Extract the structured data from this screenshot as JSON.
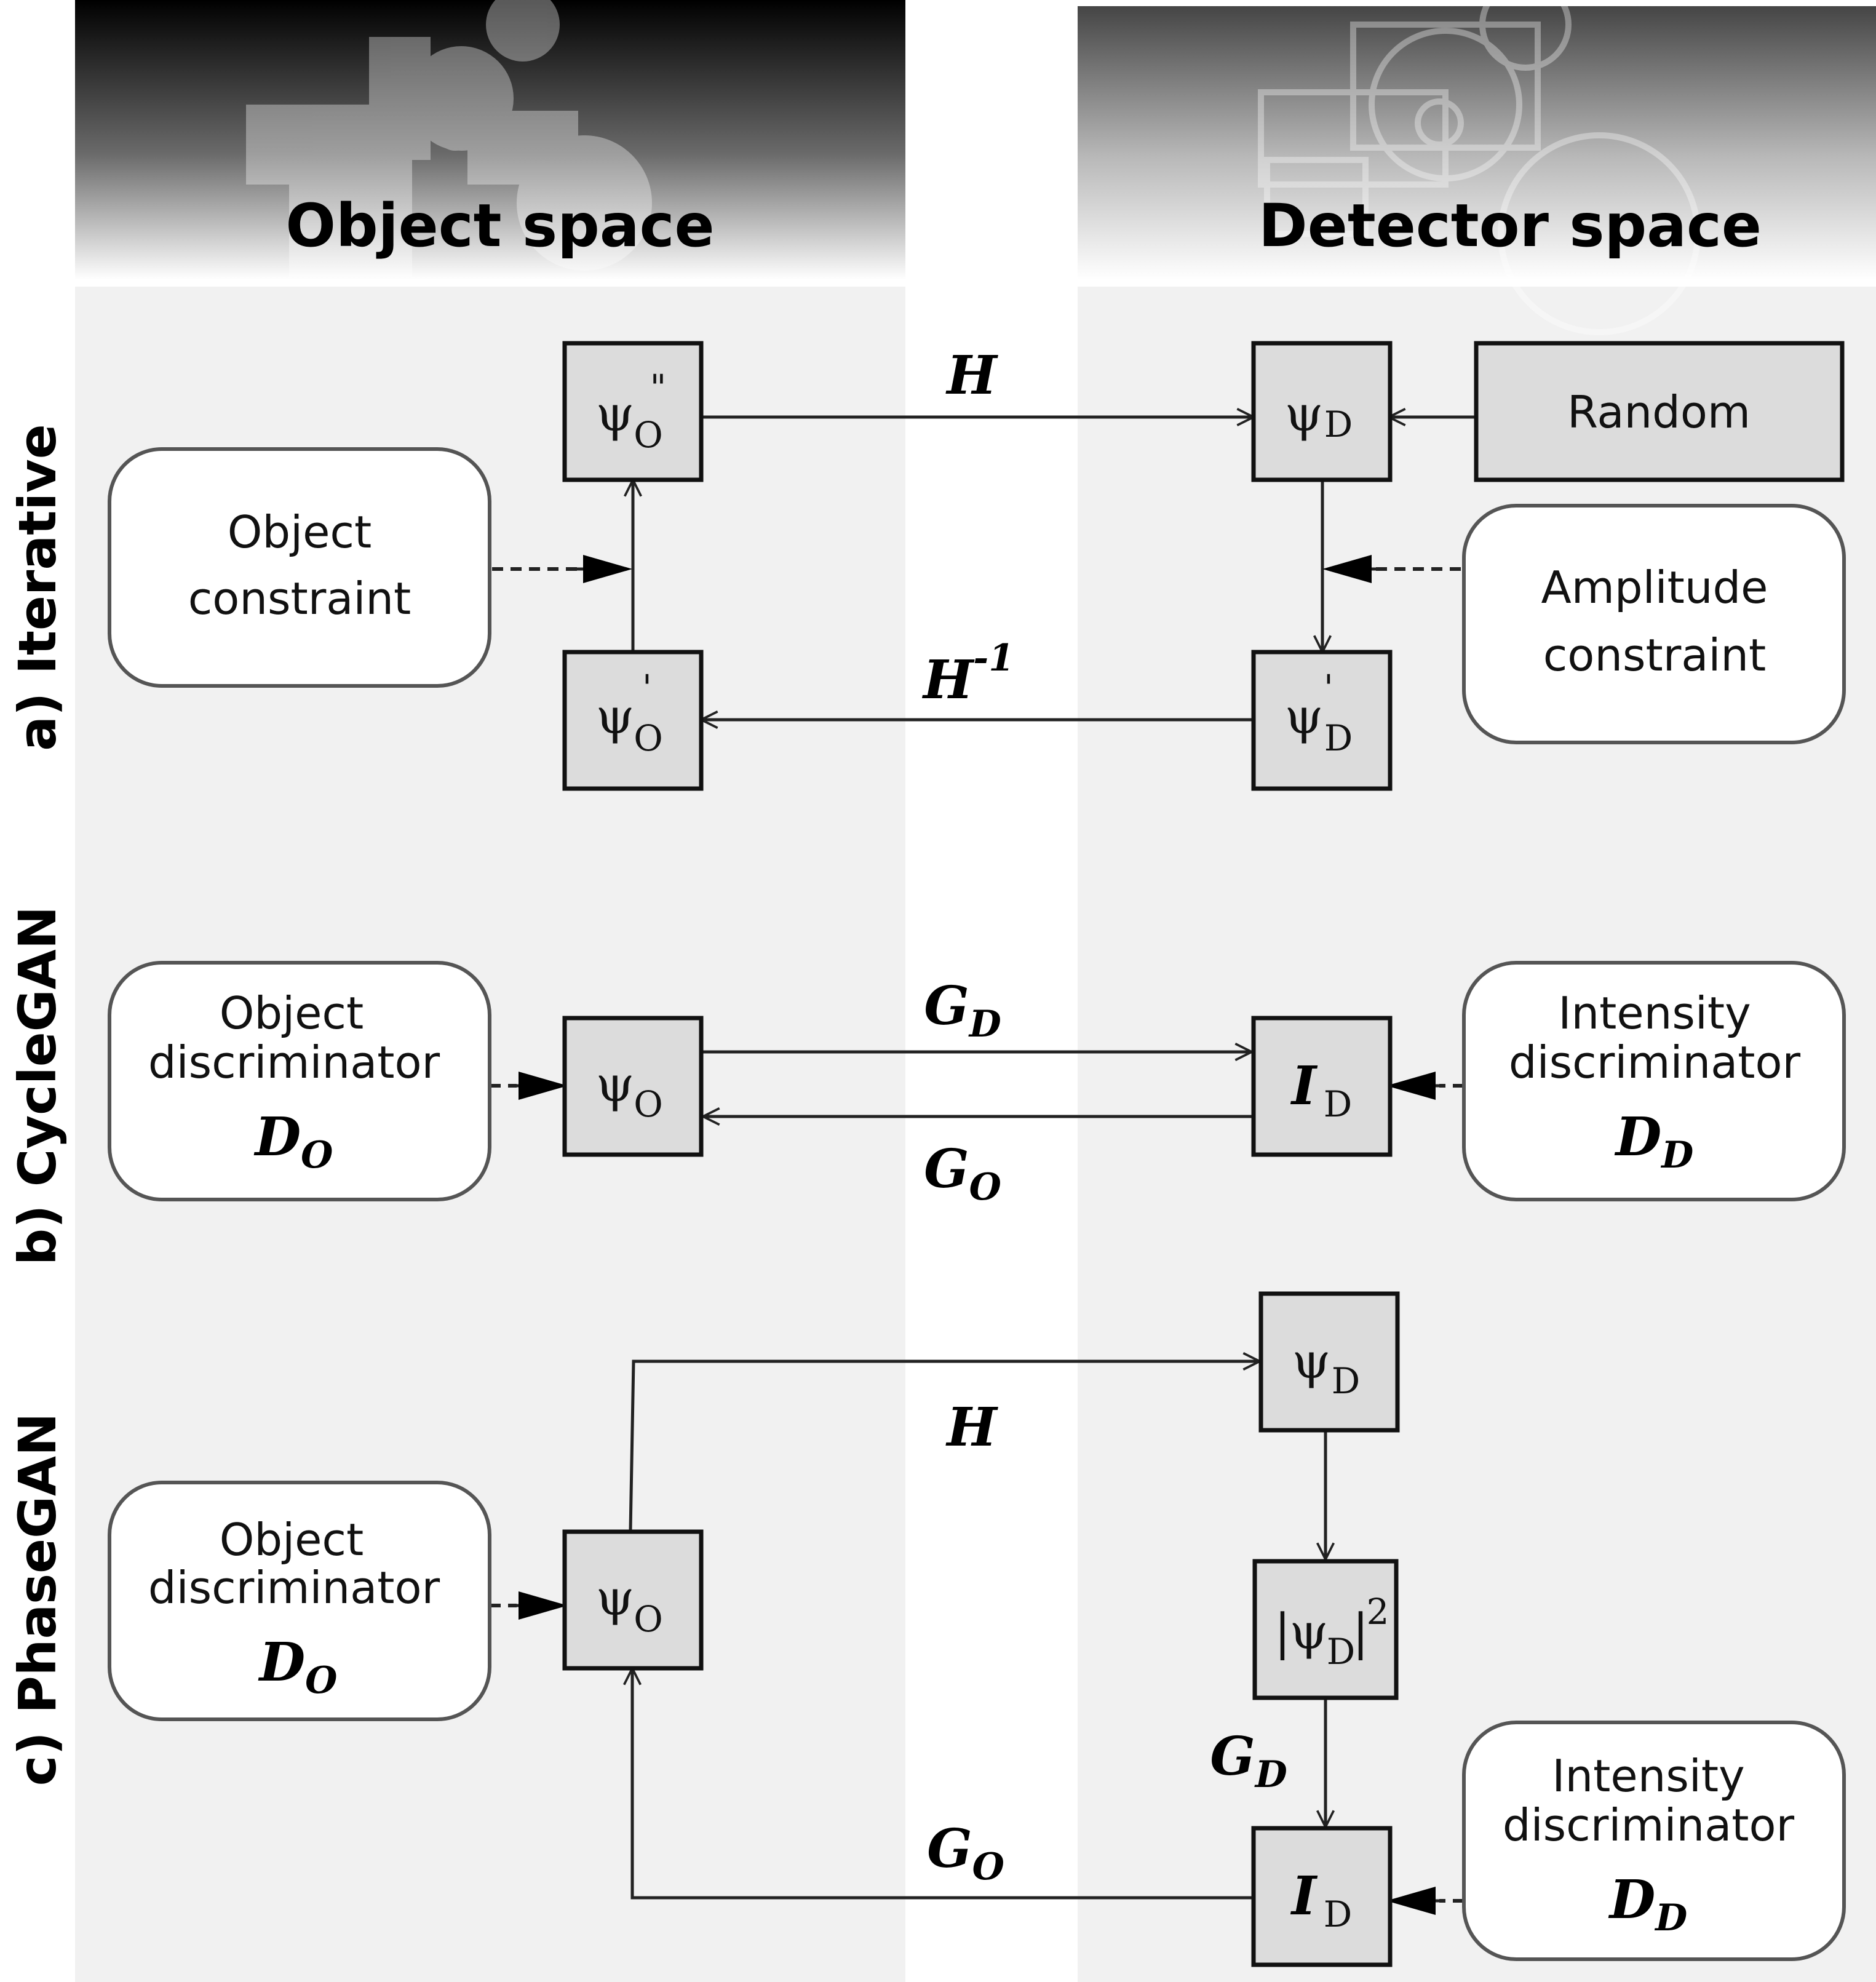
{
  "columns": {
    "object": "Object space",
    "detector": "Detector space"
  },
  "rows": {
    "a": "a) Iterative",
    "b": "b) CycleGAN",
    "c": "c) PhaseGAN"
  },
  "symbols": {
    "psi": "ψ",
    "O": "O",
    "D": "D",
    "I": "I",
    "double_prime": "\"",
    "prime": "'",
    "sq": "2",
    "bar": "|"
  },
  "iterative": {
    "random": "Random",
    "object_constraint": [
      "Object",
      "constraint"
    ],
    "amplitude_constraint": [
      "Amplitude",
      "constraint"
    ],
    "forward_op": "H",
    "inverse_op": "H",
    "inverse_exp": "-1"
  },
  "cyclegan": {
    "object_discriminator": [
      "Object",
      "discriminator"
    ],
    "intensity_discriminator": [
      "Intensity",
      "discriminator"
    ],
    "gen_D": "G",
    "gen_O": "G",
    "disc": "D"
  },
  "phasegan": {
    "object_discriminator": [
      "Object",
      "discriminator"
    ],
    "intensity_discriminator": [
      "Intensity",
      "discriminator"
    ],
    "forward_op": "H",
    "gen_D": "G",
    "gen_O": "G",
    "disc": "D"
  }
}
